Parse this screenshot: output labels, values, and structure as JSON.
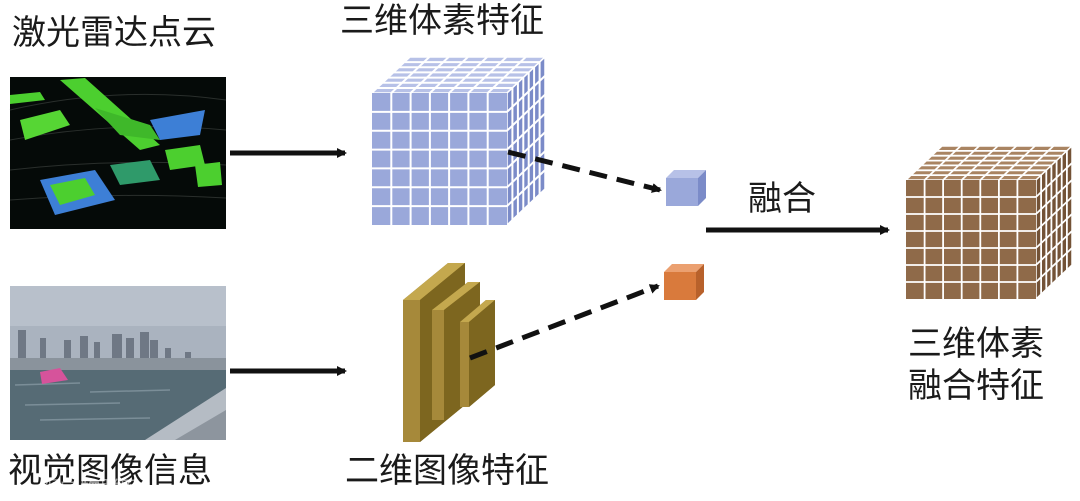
{
  "labels": {
    "lidar": "激光雷达点云",
    "voxel3d": "三维体素特征",
    "fusion": "融合",
    "fused_line1": "三维体素",
    "fused_line2": "融合特征",
    "image2d": "二维图像特征",
    "visual": "视觉图像信息",
    "watermark": "视觉物联网"
  },
  "colors": {
    "voxel_blue": "#9aa8da",
    "voxel_blue_top": "#b7c1e7",
    "voxel_blue_side": "#7b8bc8",
    "voxel_brown": "#8f6a49",
    "voxel_brown_top": "#a98462",
    "voxel_brown_side": "#735236",
    "feature_olive": "#a6893a",
    "small_cube_blue": "#9aa8da",
    "small_cube_orange": "#d97a3c",
    "arrow": "#111111",
    "lidar_bg": "#050a08",
    "lidar_green": "#4ccf2f",
    "lidar_blue": "#3d7fd6",
    "sky": "#aab3bf",
    "sea": "#566b75"
  },
  "icons": [
    "lidar-point-cloud-image",
    "camera-sea-image",
    "blue-voxel-grid",
    "olive-feature-maps",
    "brown-voxel-grid"
  ]
}
